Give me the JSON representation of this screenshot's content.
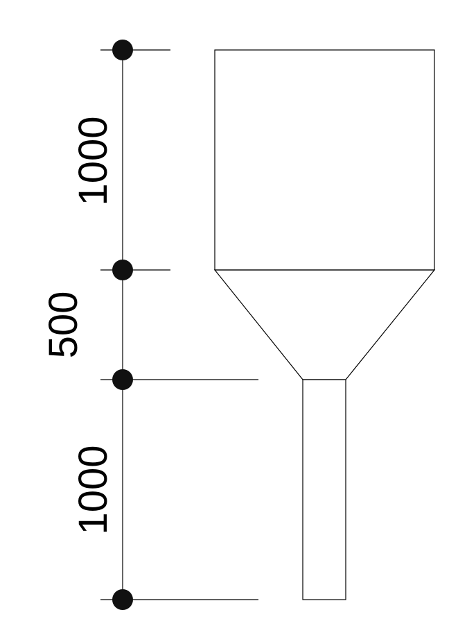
{
  "diagram": {
    "dimensions": [
      {
        "label": "1000"
      },
      {
        "label": "500"
      },
      {
        "label": "1000"
      }
    ]
  }
}
